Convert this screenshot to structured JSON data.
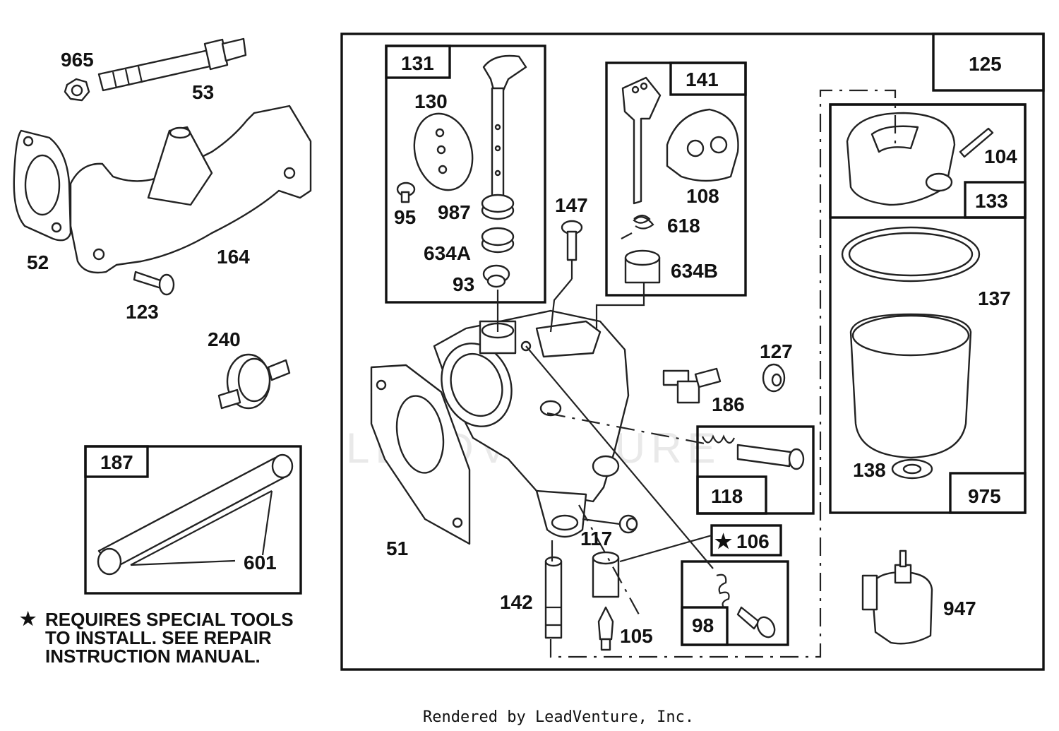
{
  "labels": {
    "p965": "965",
    "p53": "53",
    "p52": "52",
    "p164": "164",
    "p123": "123",
    "p240": "240",
    "p187": "187",
    "p601": "601",
    "p131": "131",
    "p130": "130",
    "p95": "95",
    "p987": "987",
    "p634a": "634A",
    "p93": "93",
    "p147": "147",
    "p141": "141",
    "p108": "108",
    "p618": "618",
    "p634b": "634B",
    "p125": "125",
    "p104": "104",
    "p133": "133",
    "p137": "137",
    "p138": "138",
    "p975": "975",
    "p127": "127",
    "p186": "186",
    "p118": "118",
    "p51": "51",
    "p117": "117",
    "p106": "106",
    "p98": "98",
    "p142": "142",
    "p105": "105",
    "p947": "947"
  },
  "note": {
    "star": "★",
    "line1": "REQUIRES SPECIAL TOOLS",
    "line2": "TO INSTALL.  SEE REPAIR",
    "line3": "INSTRUCTION MANUAL."
  },
  "watermark": "LEADVENTURE",
  "credit": "Rendered by LeadVenture, Inc."
}
